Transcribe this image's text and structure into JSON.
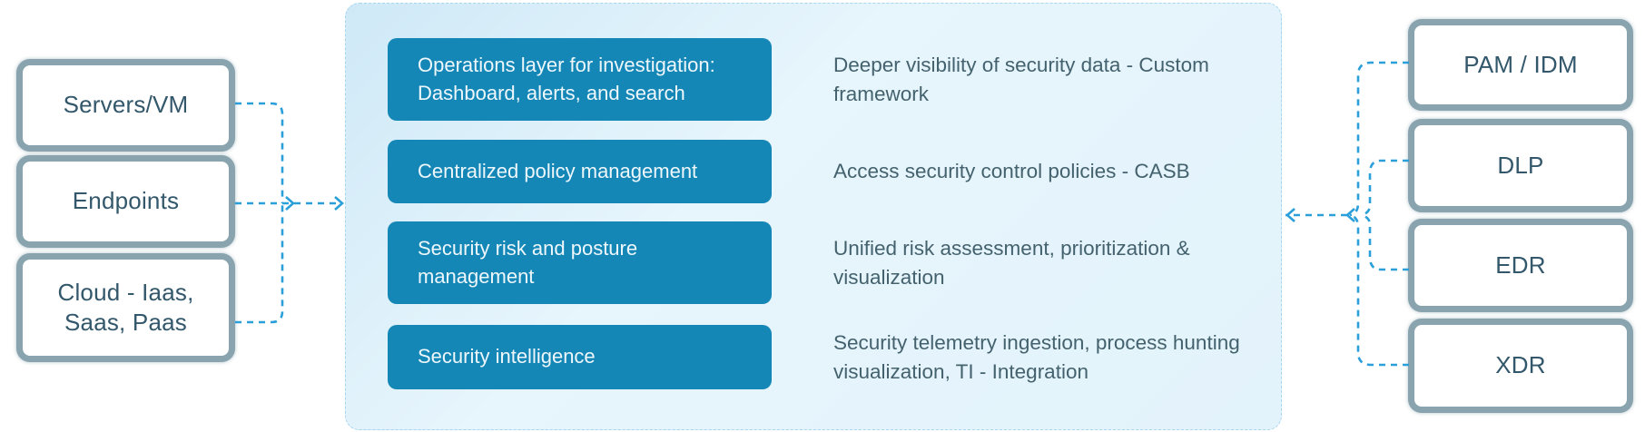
{
  "colors": {
    "panel_background": "#e3f3fb",
    "pill_background": "#1587b7",
    "pill_text": "#eef7fb",
    "side_box_border": "#7594a1",
    "side_box_text": "#33576b",
    "description_text": "#44626e",
    "connector_line": "#2b9fd9"
  },
  "left_column": {
    "boxes": [
      {
        "label": "Servers/VM"
      },
      {
        "label": "Endpoints"
      },
      {
        "label": "Cloud - Iaas,\nSaas, Paas"
      }
    ]
  },
  "center_panel": {
    "rows": [
      {
        "button": "Operations layer for investigation: Dashboard, alerts, and search",
        "description": "Deeper visibility of security data - Custom framework"
      },
      {
        "button": "Centralized policy management",
        "description": "Access security control policies - CASB"
      },
      {
        "button": "Security risk and posture management",
        "description": "Unified risk assessment, prioritization & visualization"
      },
      {
        "button": "Security intelligence",
        "description": "Security telemetry ingestion, process hunting visualization, TI - Integration"
      }
    ]
  },
  "right_column": {
    "boxes": [
      {
        "label": "PAM / IDM"
      },
      {
        "label": "DLP"
      },
      {
        "label": "EDR"
      },
      {
        "label": "XDR"
      }
    ]
  }
}
